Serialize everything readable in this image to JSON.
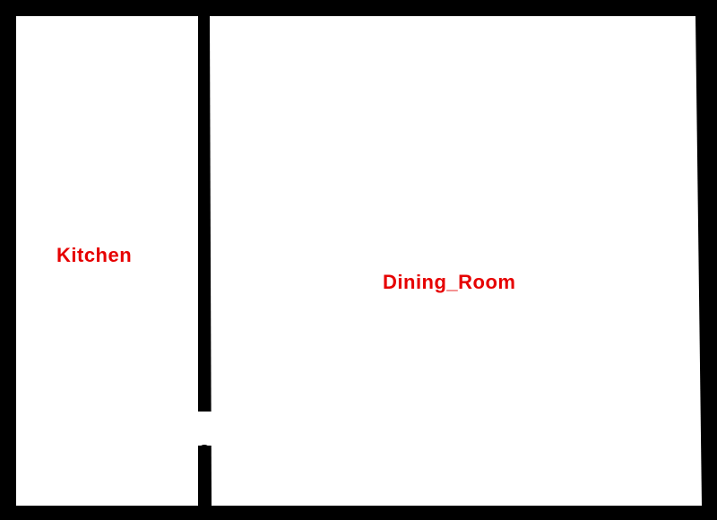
{
  "floor_plan": {
    "colors": {
      "wall": "#000000",
      "floor": "#ffffff",
      "label": "#e60000"
    },
    "rooms": [
      {
        "id": "kitchen",
        "label": "Kitchen"
      },
      {
        "id": "dining-room",
        "label": "Dining_Room"
      }
    ]
  }
}
